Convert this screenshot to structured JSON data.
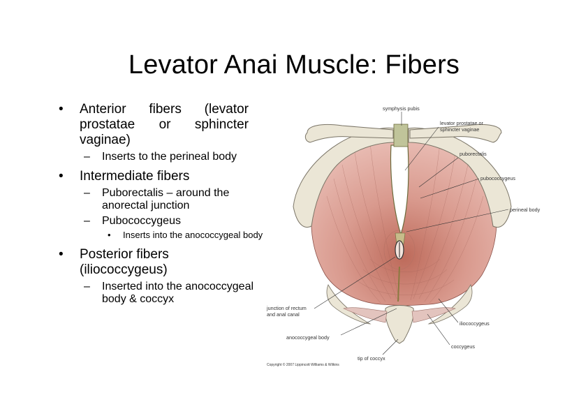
{
  "title": "Levator Anai Muscle: Fibers",
  "bullets": {
    "anterior": {
      "text": "Anterior fibers (levator prostatae or sphincter vaginae)",
      "sub": "Inserts to the perineal body"
    },
    "intermediate": {
      "text": "Intermediate fibers",
      "sub1": "Puborectalis – around the anorectal junction",
      "sub2": "Pubococcygeus",
      "sub2_detail": "Inserts into the anococcygeal body"
    },
    "posterior": {
      "text": "Posterior fibers (iliococcygeus)",
      "sub": "Inserted into the anococcygeal body & coccyx"
    }
  },
  "diagram": {
    "labels": {
      "symphysis_pubis": "symphysis pubis",
      "levator_prostatae_1": "levator prostatae or",
      "levator_prostatae_2": "sphincter vaginae",
      "puborectalis": "puborectalis",
      "pubococcygeus": "pubococcygeus",
      "perineal_body": "perineal body",
      "junction_1": "junction of rectum",
      "junction_2": "and anal canal",
      "iliococcygeus": "iliococcygeus",
      "anococcygeal_body": "anococcygeal body",
      "coccygeus": "coccygeus",
      "tip_of_coccyx": "tip of coccyx"
    },
    "copyright": "Copyright © 2007 Lippincott Williams & Wilkins",
    "colors": {
      "muscle_light": "#ecc3bb",
      "muscle_mid": "#d99a8e",
      "muscle_dark": "#bd6a5a",
      "bone": "#ebe6d6",
      "bone_edge": "#7a7466"
    }
  }
}
